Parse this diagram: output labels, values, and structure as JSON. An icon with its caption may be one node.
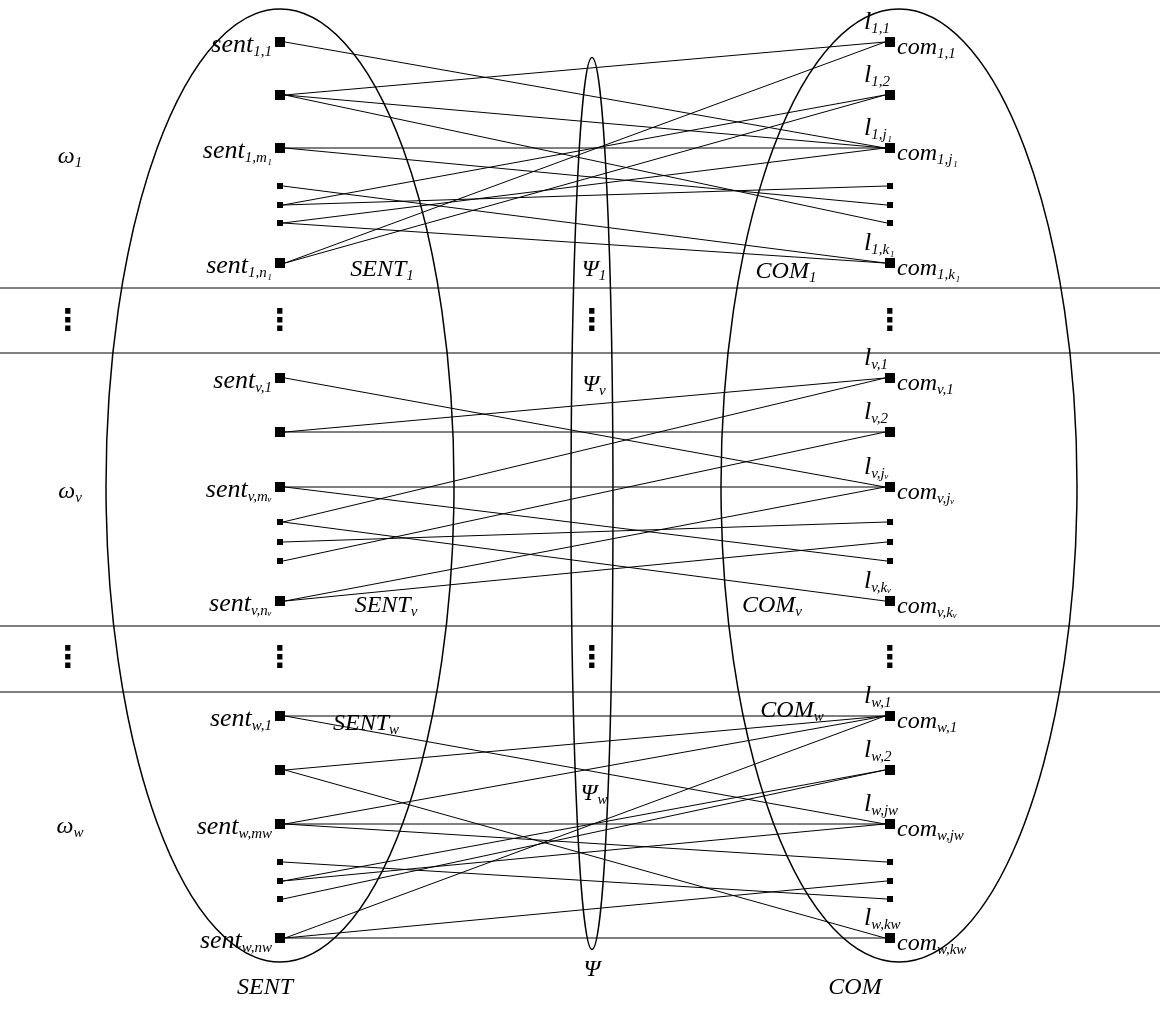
{
  "diagram": {
    "nodes": [
      {
        "text": [
          "SENT"
        ]
      },
      {
        "text": [
          "COM"
        ]
      },
      {
        "text": [],
        "shape": "box",
        "in": 0,
        "beside": [
          "sent$_{1,1}$"
        ]
      },
      {
        "text": [],
        "shape": "box",
        "in": 0
      },
      {
        "text": [],
        "shape": "box",
        "in": 0,
        "beside": [
          "sent$_{1,m₁}$"
        ]
      },
      {
        "text": [],
        "shape": "box",
        "in": 0
      },
      {
        "text": [],
        "shape": "box",
        "in": 0
      },
      {
        "text": [],
        "shape": "box",
        "in": 0
      },
      {
        "text": [],
        "shape": "box",
        "in": 0,
        "beside": [
          "sent$_{1,n₁}$"
        ]
      },
      {
        "text": [],
        "shape": "box",
        "in": 1,
        "beside": [
          "l$_{1,1}$",
          "com$_{1,1}$"
        ]
      },
      {
        "text": [],
        "shape": "box",
        "in": 1,
        "beside": [
          "l$_{1,2}$"
        ]
      },
      {
        "text": [],
        "shape": "box",
        "in": 1,
        "beside": [
          "l$_{1,j₁}$",
          "com$_{1,j₁}$"
        ]
      },
      {
        "text": [],
        "shape": "box",
        "in": 1
      },
      {
        "text": [],
        "shape": "box",
        "in": 1
      },
      {
        "text": [],
        "shape": "box",
        "in": 1
      },
      {
        "text": [],
        "shape": "box",
        "in": 1,
        "beside": [
          "l$_{1,k₁}$",
          "com$_{1,k₁}$"
        ]
      },
      {
        "text": [],
        "shape": "box",
        "in": 0,
        "beside": [
          "sent$_{v,1}$"
        ]
      },
      {
        "text": [],
        "shape": "box",
        "in": 0
      },
      {
        "text": [],
        "shape": "box",
        "in": 0,
        "beside": [
          "sent$_{v,mᵥ}$"
        ]
      },
      {
        "text": [],
        "shape": "box",
        "in": 0
      },
      {
        "text": [],
        "shape": "box",
        "in": 0
      },
      {
        "text": [],
        "shape": "box",
        "in": 0
      },
      {
        "text": [],
        "shape": "box",
        "in": 0,
        "beside": [
          "sent$_{v,nᵥ}$"
        ]
      },
      {
        "text": [],
        "shape": "box",
        "in": 1,
        "beside": [
          "l$_{v,1}$",
          "com$_{v,1}$"
        ]
      },
      {
        "text": [],
        "shape": "box",
        "in": 1,
        "beside": [
          "l$_{v,2}$"
        ]
      },
      {
        "text": [],
        "shape": "box",
        "in": 1,
        "beside": [
          "l$_{v,jᵥ}$",
          "com$_{v,jᵥ}$"
        ]
      },
      {
        "text": [],
        "shape": "box",
        "in": 1
      },
      {
        "text": [],
        "shape": "box",
        "in": 1
      },
      {
        "text": [],
        "shape": "box",
        "in": 1
      },
      {
        "text": [],
        "shape": "box",
        "in": 1,
        "beside": [
          "l$_{v,kᵥ}$",
          "com$_{v,kᵥ}$"
        ]
      },
      {
        "text": [],
        "shape": "box",
        "in": 0,
        "beside": [
          "sent$_{w,1}$"
        ]
      },
      {
        "text": [],
        "shape": "box",
        "in": 0
      },
      {
        "text": [],
        "shape": "box",
        "in": 0,
        "beside": [
          "sent$_{w,mw}$"
        ]
      },
      {
        "text": [],
        "shape": "box",
        "in": 0
      },
      {
        "text": [],
        "shape": "box",
        "in": 0
      },
      {
        "text": [],
        "shape": "box",
        "in": 0
      },
      {
        "text": [],
        "shape": "box",
        "in": 0,
        "beside": [
          "sent$_{w,nw}$"
        ]
      },
      {
        "text": [],
        "shape": "box",
        "in": 1,
        "beside": [
          "l$_{w,1}$",
          "com$_{w,1}$"
        ]
      },
      {
        "text": [],
        "shape": "box",
        "in": 1,
        "beside": [
          "l$_{w,2}$"
        ]
      },
      {
        "text": [],
        "shape": "box",
        "in": 1,
        "beside": [
          "l$_{w,jw}$",
          "com$_{w,jw}$"
        ]
      },
      {
        "text": [],
        "shape": "box",
        "in": 1
      },
      {
        "text": [],
        "shape": "box",
        "in": 1
      },
      {
        "text": [],
        "shape": "box",
        "in": 1
      },
      {
        "text": [],
        "shape": "box",
        "in": 1,
        "beside": [
          "l$_{w,kw}$",
          "com$_{w,kw}$"
        ]
      }
    ],
    "edges": [
      {
        "from": 2,
        "to": 11,
        "arrow": "none"
      },
      {
        "from": 3,
        "to": 9,
        "arrow": "none"
      },
      {
        "from": 3,
        "to": 11,
        "arrow": "none"
      },
      {
        "from": 3,
        "to": 14,
        "arrow": "none"
      },
      {
        "from": 4,
        "to": 11,
        "arrow": "none"
      },
      {
        "from": 4,
        "to": 13,
        "arrow": "none"
      },
      {
        "from": 5,
        "to": 15,
        "arrow": "none"
      },
      {
        "from": 6,
        "to": 10,
        "arrow": "none"
      },
      {
        "from": 6,
        "to": 12,
        "arrow": "none"
      },
      {
        "from": 7,
        "to": 11,
        "arrow": "none"
      },
      {
        "from": 7,
        "to": 15,
        "arrow": "none"
      },
      {
        "from": 8,
        "to": 9,
        "arrow": "none"
      },
      {
        "from": 8,
        "to": 10,
        "arrow": "none"
      },
      {
        "from": 16,
        "to": 25,
        "arrow": "none"
      },
      {
        "from": 17,
        "to": 23,
        "arrow": "none"
      },
      {
        "from": 17,
        "to": 24,
        "arrow": "none"
      },
      {
        "from": 18,
        "to": 25,
        "arrow": "none"
      },
      {
        "from": 18,
        "to": 28,
        "arrow": "none"
      },
      {
        "from": 19,
        "to": 23,
        "arrow": "none"
      },
      {
        "from": 19,
        "to": 29,
        "arrow": "none"
      },
      {
        "from": 20,
        "to": 26,
        "arrow": "none"
      },
      {
        "from": 21,
        "to": 24,
        "arrow": "none"
      },
      {
        "from": 22,
        "to": 25,
        "arrow": "none"
      },
      {
        "from": 22,
        "to": 27,
        "arrow": "none"
      },
      {
        "from": 30,
        "to": 37,
        "arrow": "none"
      },
      {
        "from": 30,
        "to": 39,
        "arrow": "none"
      },
      {
        "from": 31,
        "to": 37,
        "arrow": "none"
      },
      {
        "from": 31,
        "to": 43,
        "arrow": "none"
      },
      {
        "from": 32,
        "to": 37,
        "arrow": "none"
      },
      {
        "from": 32,
        "to": 39,
        "arrow": "none"
      },
      {
        "from": 32,
        "to": 40,
        "arrow": "none"
      },
      {
        "from": 33,
        "to": 42,
        "arrow": "none"
      },
      {
        "from": 34,
        "to": 38,
        "arrow": "none"
      },
      {
        "from": 34,
        "to": 39,
        "arrow": "none"
      },
      {
        "from": 35,
        "to": 38,
        "arrow": "none"
      },
      {
        "from": 36,
        "to": 37,
        "arrow": "none"
      },
      {
        "from": 36,
        "to": 41,
        "arrow": "none"
      },
      {
        "from": 36,
        "to": 43,
        "arrow": "none"
      }
    ],
    "labels": [
      "ω$_{1}$",
      "SENT$_{1}$",
      "Ψ$_{1}$",
      "COM$_{1}$",
      "⋮",
      "⋮",
      "⋮",
      "⋮",
      "Ψ$_{v}$",
      "ω$_{v}$",
      "SENT$_{v}$",
      "COM$_{v}$",
      "⋮",
      "⋮",
      "⋮",
      "⋮",
      "SENT$_{w}$",
      "COM$_{w}$",
      "Ψ$_{w}$",
      "ω$_{w}$",
      "Ψ"
    ]
  }
}
